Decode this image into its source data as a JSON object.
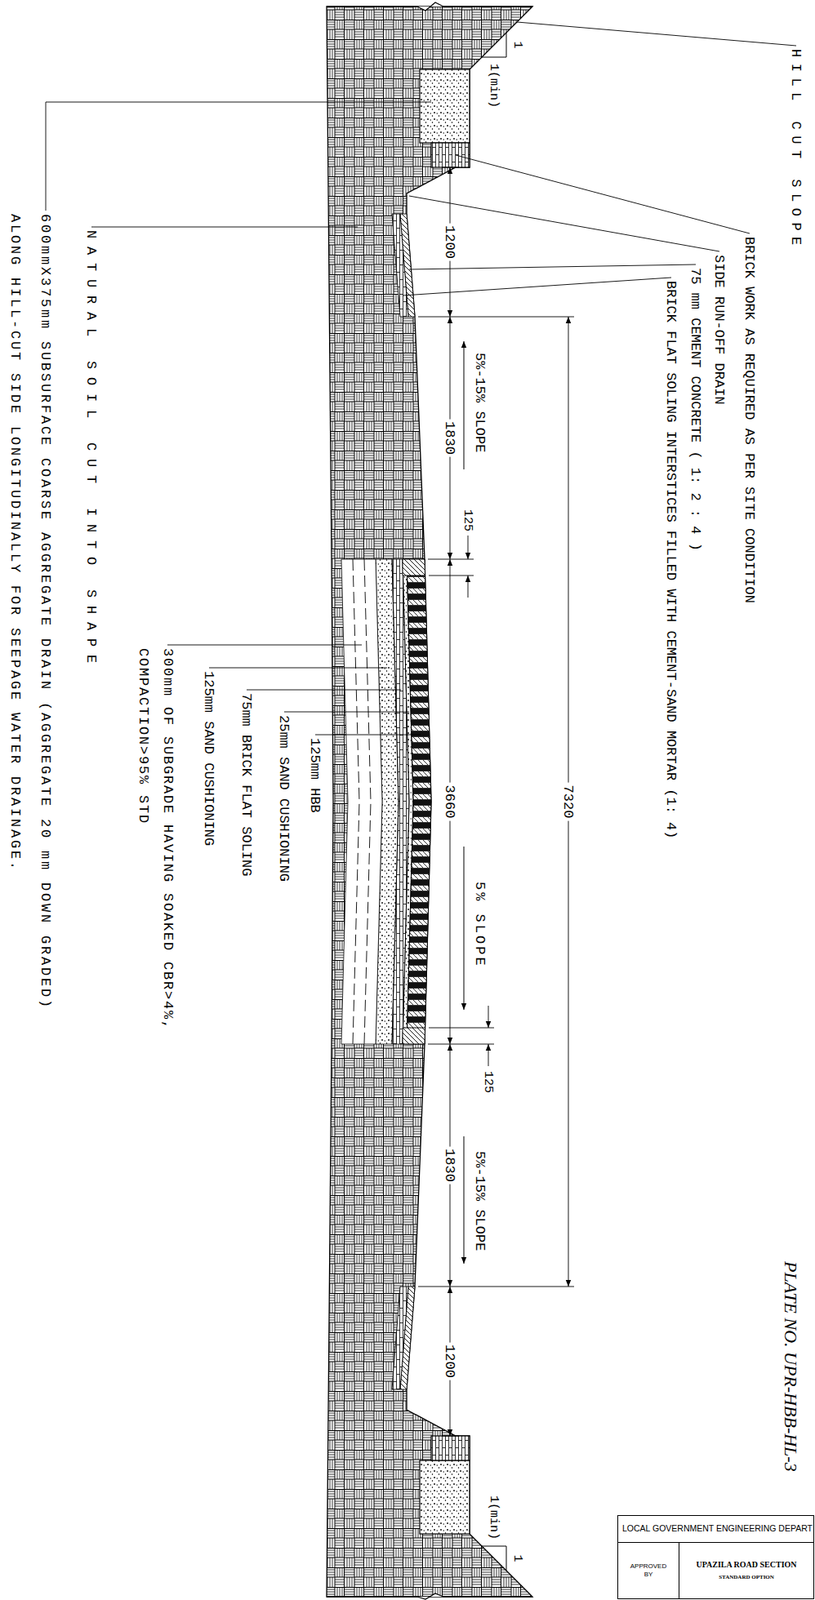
{
  "diagram": {
    "title": "PLATE NO. UPR-HBB-HL-3",
    "nodes": [
      {
        "text": [
          "LOCAL GOVERNMENT ENGINEERING DEPART"
        ]
      },
      {
        "text": [
          "APPROVED BY"
        ]
      },
      {
        "text": [
          "UPAZILA ROAD SECTION",
          "STANDARD OPTION"
        ]
      }
    ],
    "labels": [
      "HILL CUT SLOPE",
      "BRICK WORK AS REQUIRED AS PER SITE CONDITION",
      "SIDE RUN-OFF DRAIN",
      "75 mm CEMENT CONCRETE ( 1: 2 : 4 )",
      "BRICK FLAT SOLING INTERSTICES FILLED WITH CEMENT-SAND MORTAR (1: 4)",
      "1(min)",
      "1",
      "1200",
      "1830",
      "3660",
      "7320",
      "1830",
      "1200",
      "125",
      "125",
      "5%-15% SLOPE",
      "5% SLOPE",
      "5%-15% SLOPE",
      "1(min)",
      "1",
      "125mm HBB",
      "25mm SAND CUSHIONING",
      "75mm BRICK FLAT SOLING",
      "125mm SAND CUSHIONING",
      "300mm OF SUBGRADE HAVING SOAKED CBR>4%, COMPACTION>95% STD",
      "NATURAL SOIL CUT INTO SHAPE",
      "600mmX375mm SUBSURFACE COARSE AGGREGATE DRAIN (AGGREGATE 20 mm DOWN GRADED) ALONG HILL-CUT SIDE LONGITUDINALLY FOR SEEPAGE WATER DRAINAGE."
    ]
  }
}
